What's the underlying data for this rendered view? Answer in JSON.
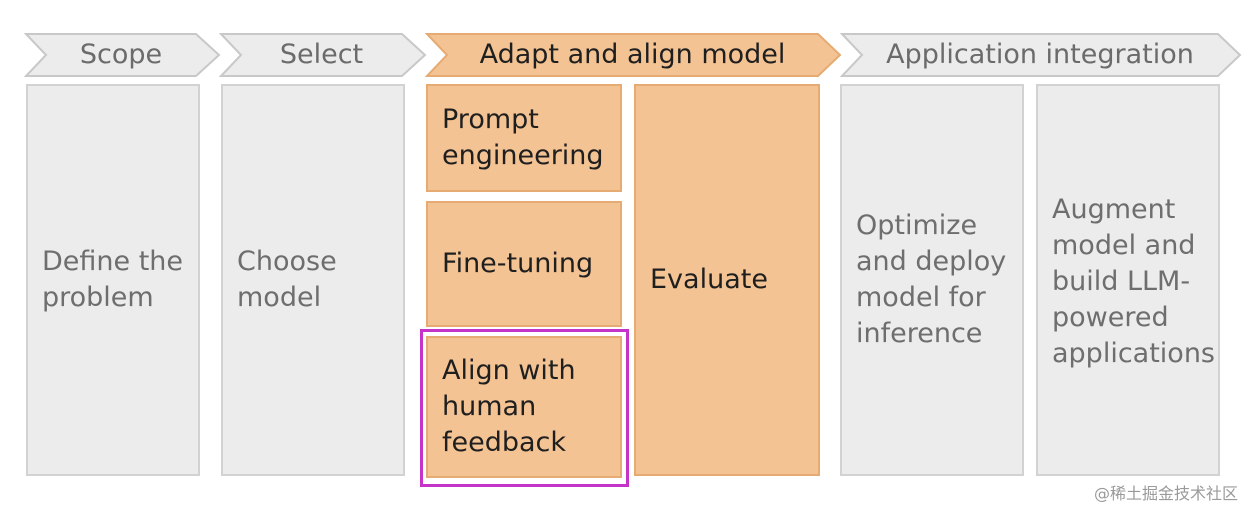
{
  "stages": [
    {
      "label": "Scope",
      "active": false
    },
    {
      "label": "Select",
      "active": false
    },
    {
      "label": "Adapt and align model",
      "active": true
    },
    {
      "label": "Application integration",
      "active": false
    }
  ],
  "boxes": {
    "define_problem": "Define the\nproblem",
    "choose_model": "Choose\nmodel",
    "prompt_engineering": "Prompt\nengineering",
    "fine_tuning": "Fine-tuning",
    "align_human_feedback": "Align with\nhuman\nfeedback",
    "evaluate": "Evaluate",
    "optimize_deploy": "Optimize\nand deploy\nmodel for\ninference",
    "augment_model": "Augment\nmodel and\nbuild LLM-\npowered\napplications"
  },
  "highlighted_box": "align_human_feedback",
  "colors": {
    "active_fill": "#f4c393",
    "inactive_fill": "#ececec",
    "highlight": "#c533c9"
  },
  "watermark": "@稀土掘金技术社区"
}
